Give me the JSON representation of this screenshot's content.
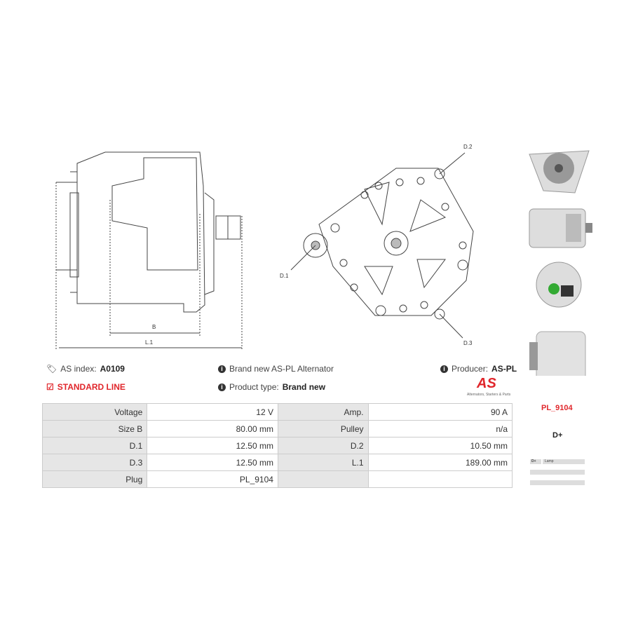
{
  "drawing": {
    "label_b": "B",
    "label_l1": "L.1",
    "label_d1": "D.1",
    "label_d2": "D.2",
    "label_d3": "D.3"
  },
  "info": {
    "as_index_label": "AS index:",
    "as_index": "A0109",
    "line": "STANDARD LINE",
    "desc": "Brand new AS-PL Alternator",
    "product_type_label": "Product type:",
    "product_type": "Brand new",
    "producer_label": "Producer:",
    "producer": "AS-PL",
    "logo_text": "AS",
    "logo_tagline": "Alternators, Starters & Parts"
  },
  "specs": [
    [
      "Voltage",
      "12 V",
      "Amp.",
      "90 A"
    ],
    [
      "Size B",
      "80.00 mm",
      "Pulley",
      "n/a"
    ],
    [
      "D.1",
      "12.50 mm",
      "D.2",
      "10.50 mm"
    ],
    [
      "D.3",
      "12.50 mm",
      "L.1",
      "189.00 mm"
    ],
    [
      "Plug",
      "PL_9104",
      "",
      ""
    ]
  ],
  "plug": {
    "code": "PL_9104",
    "terminal": "D+",
    "wiring": [
      [
        "D+",
        "Lamp"
      ],
      [
        "",
        ""
      ],
      [
        "",
        ""
      ]
    ]
  },
  "colors": {
    "accent": "#e0262b"
  }
}
